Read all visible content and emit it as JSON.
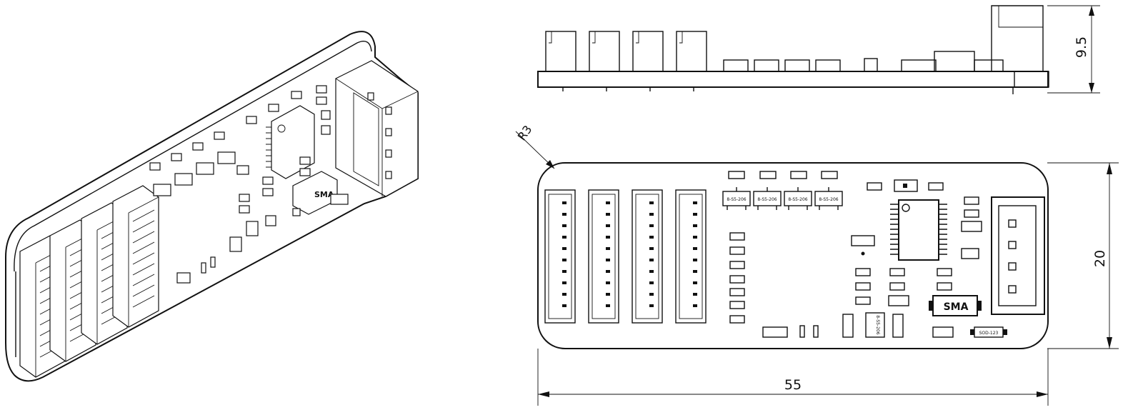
{
  "dimensions": {
    "top_view_width": "55",
    "top_view_height": "20",
    "side_view_height": "9.5",
    "corner_radius": "R3"
  },
  "packages": {
    "sma": "SMA",
    "sot23": "8-S5-206",
    "sod123": "SOD-123"
  }
}
